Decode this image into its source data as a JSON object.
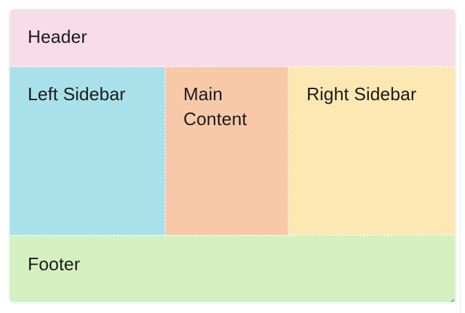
{
  "layout": {
    "container_name": "css-grid-demo",
    "background_color": "#eef7f7",
    "areas": [
      {
        "key": "header",
        "label": "Header",
        "color": "#f8dce7"
      },
      {
        "key": "left_sidebar",
        "label": "Left Sidebar",
        "color": "#a9e1ea"
      },
      {
        "key": "main_content",
        "label": "Main Content",
        "color": "#f7c9a9"
      },
      {
        "key": "right_sidebar",
        "label": "Right Sidebar",
        "color": "#fde8b3"
      },
      {
        "key": "footer",
        "label": "Footer",
        "color": "#d4f0c1"
      }
    ],
    "divider_style": "dashed",
    "divider_color": "#ffffff",
    "text_color": "#1b1b1b"
  },
  "controls": {
    "resize_handle_name": "resize-grip-icon"
  }
}
